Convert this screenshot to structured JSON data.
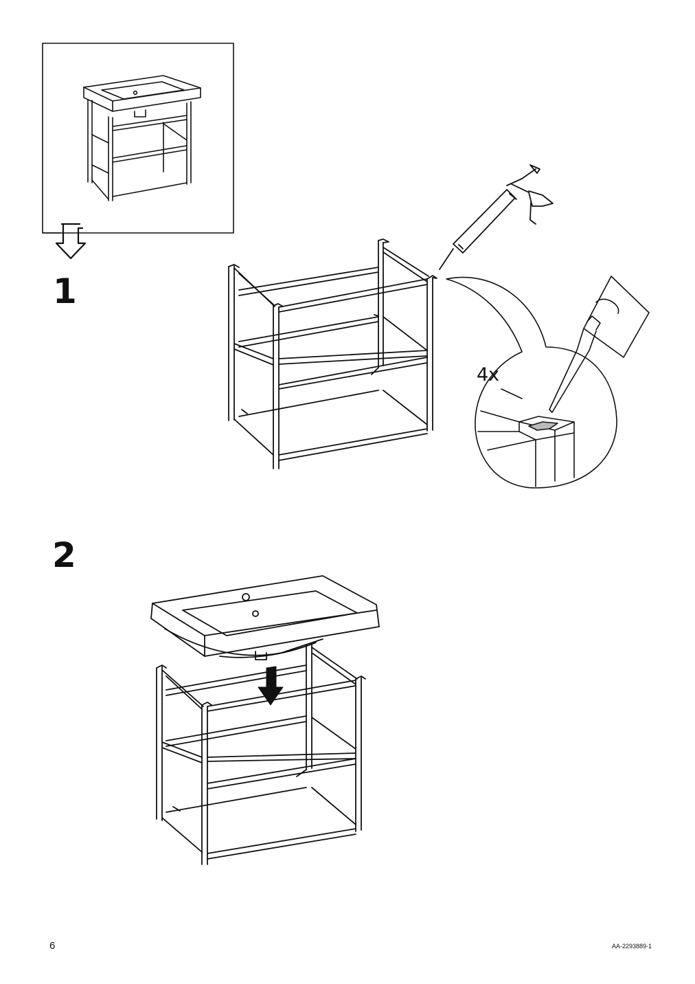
{
  "page": {
    "page_number": "6",
    "doc_code": "AA-2293889-1"
  },
  "steps": [
    {
      "number": "1",
      "quantity_label": "4x"
    },
    {
      "number": "2"
    }
  ]
}
